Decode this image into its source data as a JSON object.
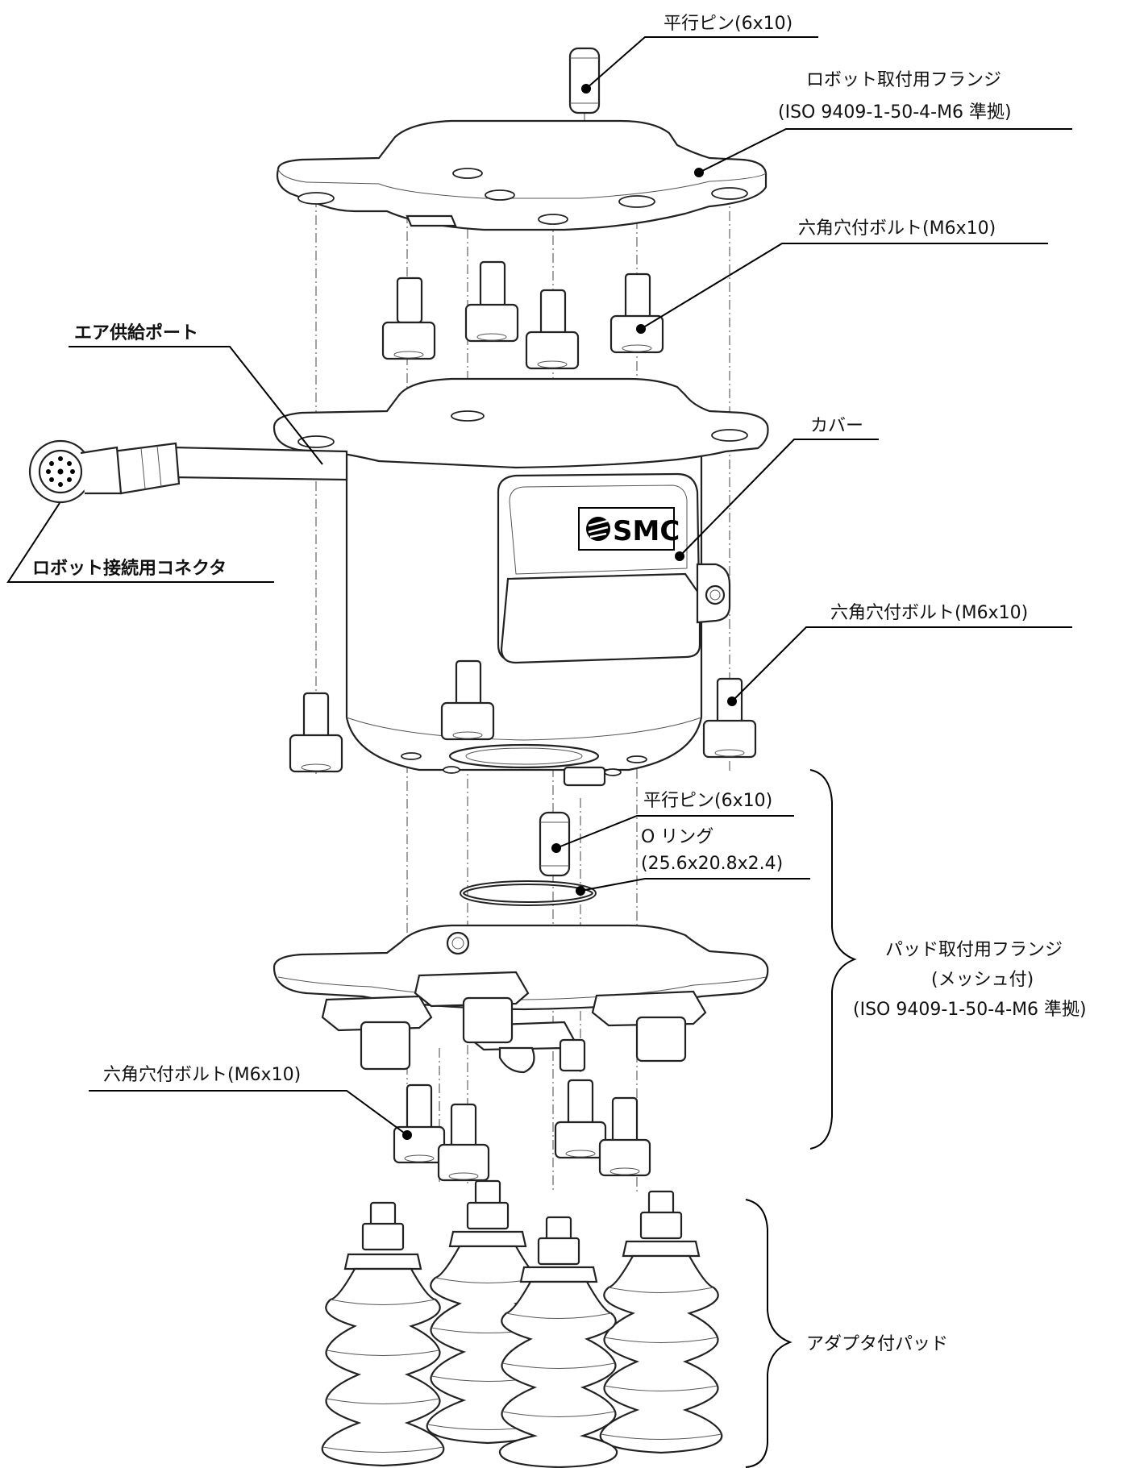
{
  "labels": {
    "pin_top": "平行ピン(6x10)",
    "robot_flange": "ロボット取付用フランジ",
    "robot_flange_std": "(ISO 9409-1-50-4-M6 準拠)",
    "bolt_1": "六角穴付ボルト(M6x10)",
    "air_port": "エア供給ポート",
    "cover": "カバー",
    "connector": "ロボット接続用コネクタ",
    "bolt_2": "六角穴付ボルト(M6x10)",
    "pin_mid": "平行ピン(6x10)",
    "oring": "O リング",
    "oring_size": "(25.6x20.8x2.4)",
    "pad_flange": "パッド取付用フランジ",
    "pad_flange_mesh": "(メッシュ付)",
    "pad_flange_std": "(ISO 9409-1-50-4-M6 準拠)",
    "bolt_3": "六角穴付ボルト(M6x10)",
    "pads": "アダプタ付パッド",
    "logo": "SMC"
  }
}
